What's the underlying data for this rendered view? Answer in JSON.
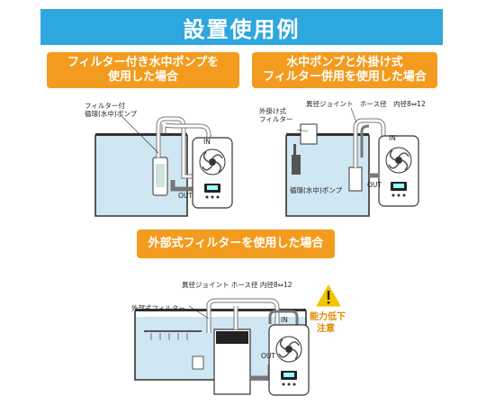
{
  "title": "設置使用例",
  "cases": [
    {
      "label": "フィルター付き水中ポンプを\n使用した場合",
      "annotations": {
        "pump": "フィルター付\n循環(水中)ポンプ",
        "in": "IN",
        "out": "OUT"
      }
    },
    {
      "label": "水中ポンプと外掛け式\nフィルター併用を使用した場合",
      "annotations": {
        "hang_filter": "外掛け式\nフィルター",
        "joint": "異径ジョイント　ホース径　内径8⇔12",
        "pump": "循環(水中)ポンプ",
        "in": "IN",
        "out": "OUT"
      }
    },
    {
      "label": "外部式フィルターを使用した場合",
      "annotations": {
        "joint": "異径ジョイント ホース径 内径8⇔12",
        "ext_filter": "外部式フィルター",
        "in": "IN",
        "out": "OUT"
      }
    }
  ],
  "warning": {
    "icon": "warning-triangle-icon",
    "line1": "能力低下",
    "line2": "注意",
    "color": "#f3c300"
  },
  "colors": {
    "title_bg": "#2ea7df",
    "label_bg": "#f39b1e",
    "water": "#cfe6f3"
  }
}
